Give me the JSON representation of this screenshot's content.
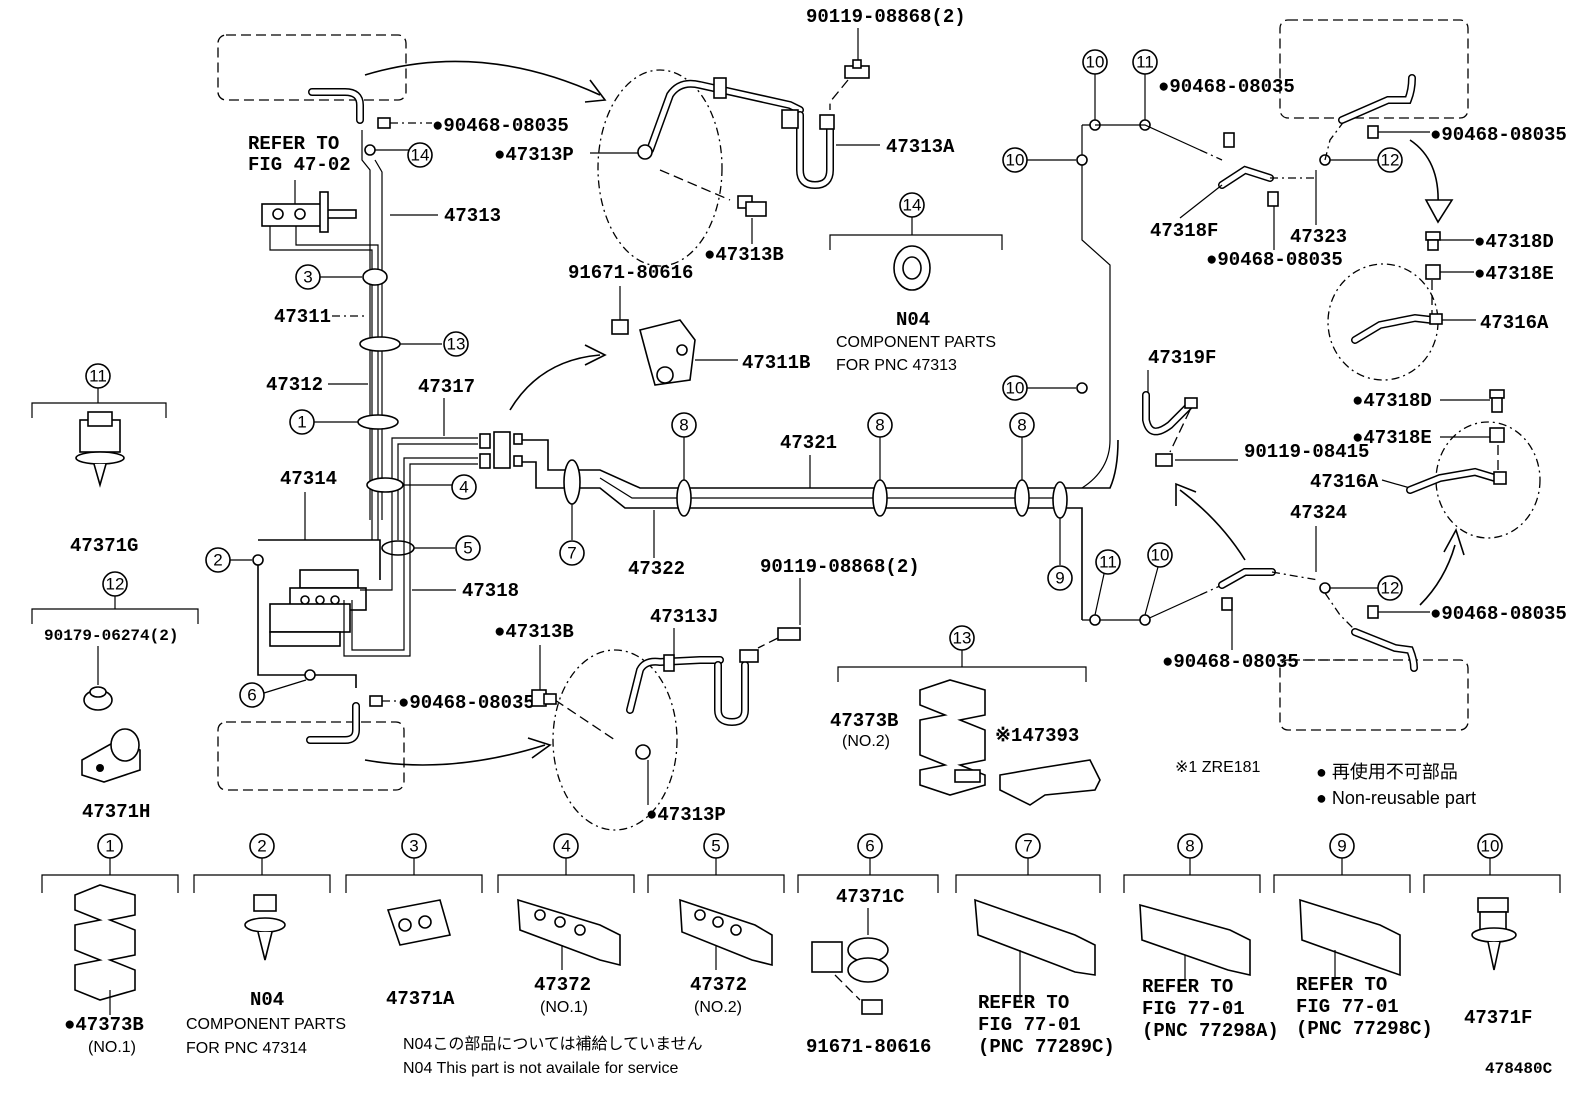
{
  "labels": {
    "p90119_08868_top": "90119-08868(2)",
    "p90468_08035_a": "●90468-08035",
    "p47313P_a": "●47313P",
    "p47313A": "47313A",
    "refer_fig_47": "REFER TO",
    "refer_fig_47b": "FIG 47-02",
    "p47313": "47313",
    "p47313B_a": "●47313B",
    "p91671_80616_a": "91671-80616",
    "p47311B": "47311B",
    "p47311": "47311",
    "p47312": "47312",
    "p47317": "47317",
    "p47314": "47314",
    "p47318": "47318",
    "p47321": "47321",
    "p47322": "47322",
    "p90119_08868_b": "90119-08868(2)",
    "p47313J": "47313J",
    "p47313B_b": "●47313B",
    "p90468_08035_b": "●90468-08035",
    "p47313P_b": "●47313P",
    "n04_a": "N04",
    "component_parts_a": "COMPONENT PARTS",
    "for_pnc_47313": "FOR PNC 47313",
    "p90468_08035_c": "●90468-08035",
    "p47318F": "47318F",
    "p47323": "47323",
    "p90468_08035_d": "●90468-08035",
    "p90468_08035_e": "●90468-08035",
    "p47318D_a": "●47318D",
    "p47318E_a": "●47318E",
    "p47316A_a": "47316A",
    "p47319F": "47319F",
    "p90119_08415": "90119-08415",
    "p47318D_b": "●47318D",
    "p47318E_b": "●47318E",
    "p47316A_b": "47316A",
    "p47324": "47324",
    "p90468_08035_f": "●90468-08035",
    "p90468_08035_g": "●90468-08035",
    "p47373B_mid": "47373B",
    "no2_mid": "(NO.2)",
    "p147393": "※147393",
    "zre181": "※1 ZRE181",
    "non_reuse_jp": "● 再使用不可部品",
    "non_reuse_en": "● Non-reusable part",
    "p47371G": "47371G",
    "p90179_06274": "90179-06274(2)",
    "p47371H": "47371H",
    "b1_label": "●47373B",
    "b1_sub": "(NO.1)",
    "b2_label": "N04",
    "b2_sub1": "COMPONENT PARTS",
    "b2_sub2": "FOR PNC 47314",
    "b3_label": "47371A",
    "b4_label": "47372",
    "b4_sub": "(NO.1)",
    "b5_label": "47372",
    "b5_sub": "(NO.2)",
    "b6_top": "47371C",
    "b6_label": "91671-80616",
    "b7_l1": "REFER TO",
    "b7_l2": "FIG 77-01",
    "b7_l3": "(PNC 77289C)",
    "b8_l1": "REFER TO",
    "b8_l2": "FIG 77-01",
    "b8_l3": "(PNC 77298A)",
    "b9_l1": "REFER TO",
    "b9_l2": "FIG 77-01",
    "b9_l3": "(PNC 77298C)",
    "b10_label": "47371F",
    "note_jp": "N04この部品については補給していません",
    "note_en": "N04 This part is not availale for service",
    "fig_code": "478480C"
  },
  "callouts": [
    "1",
    "2",
    "3",
    "4",
    "5",
    "6",
    "7",
    "8",
    "9",
    "10",
    "11",
    "12",
    "13",
    "14"
  ]
}
